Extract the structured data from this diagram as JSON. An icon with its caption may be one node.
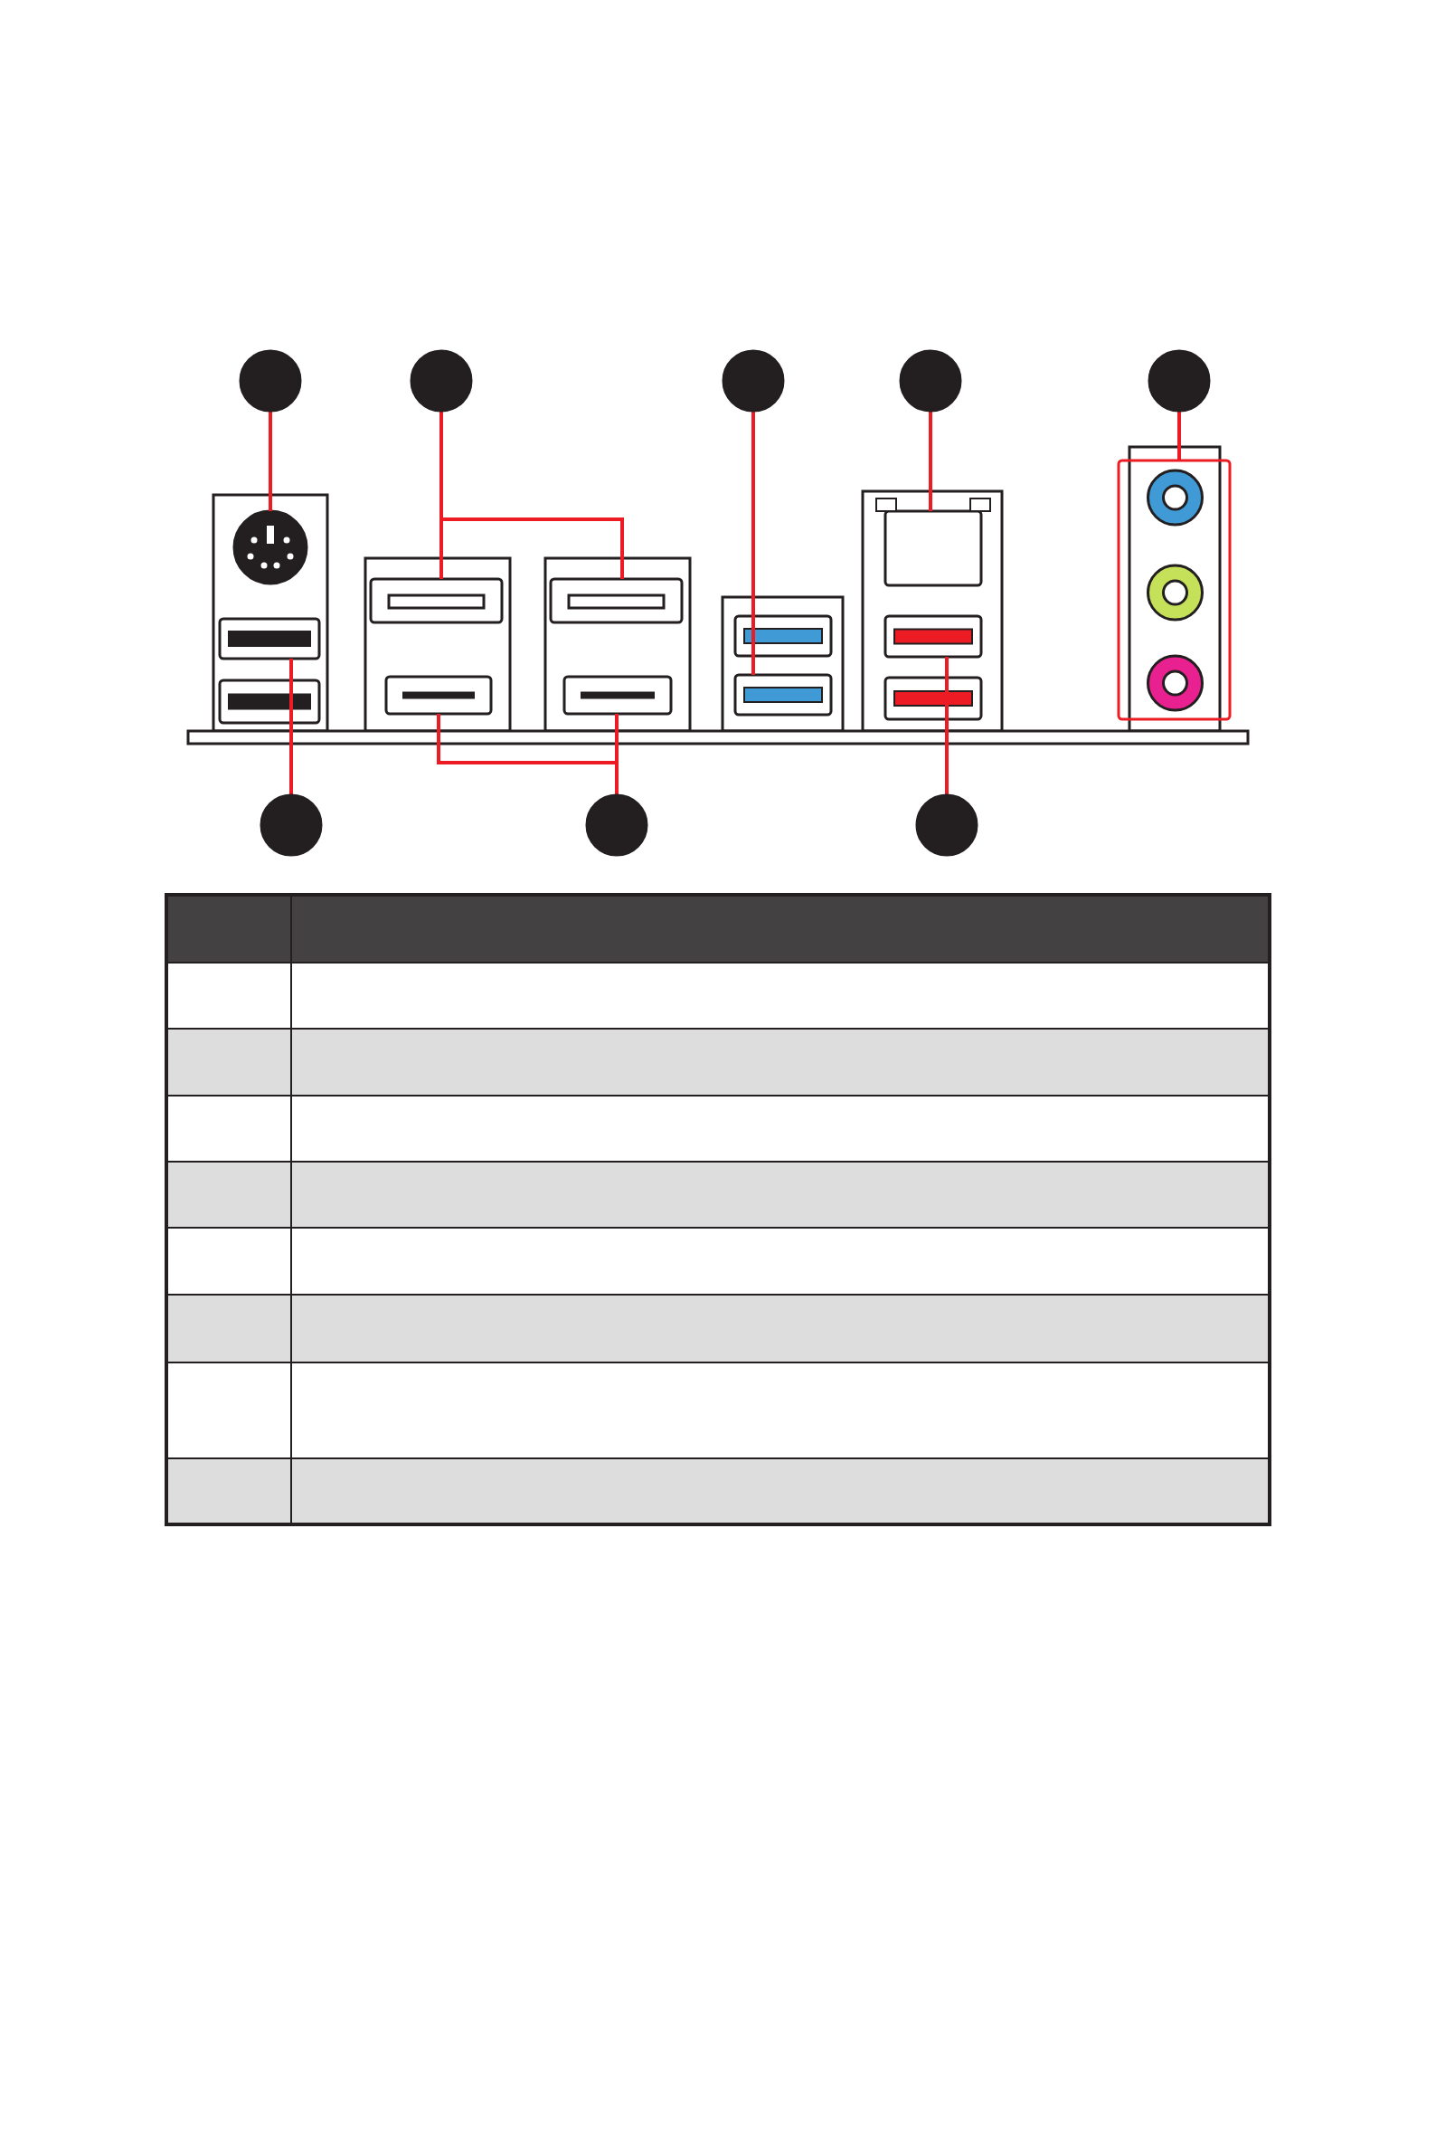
{
  "diagram": {
    "nodes": [
      {
        "text": [],
        "shape": "circle"
      },
      {
        "text": [],
        "shape": "circle"
      },
      {
        "text": [],
        "shape": "circle"
      },
      {
        "text": [],
        "shape": "circle"
      },
      {
        "text": [],
        "shape": "circle"
      },
      {
        "text": [],
        "shape": "circle"
      },
      {
        "text": [],
        "shape": "circle"
      },
      {
        "text": [],
        "shape": "circle"
      },
      {
        "text": [],
        "shape": "circle"
      },
      {
        "text": [],
        "shape": "box"
      },
      {
        "text": [],
        "shape": "box"
      },
      {
        "text": [],
        "shape": "box"
      },
      {
        "text": [],
        "shape": "box"
      },
      {
        "text": [],
        "shape": "box"
      },
      {
        "text": [],
        "shape": "box"
      },
      {
        "text": [],
        "shape": "box"
      },
      {
        "text": [],
        "shape": "box"
      },
      {
        "text": [],
        "shape": "box"
      },
      {
        "text": [],
        "shape": "box"
      },
      {
        "text": [],
        "shape": "box"
      },
      {
        "text": [],
        "shape": "box"
      }
    ],
    "edges": [
      {
        "from": 0,
        "to": 8,
        "arrow": "none"
      },
      {
        "from": 1,
        "to": 11,
        "arrow": "none"
      },
      {
        "from": 1,
        "to": 13,
        "arrow": "none"
      },
      {
        "from": 2,
        "to": 15,
        "arrow": "none"
      },
      {
        "from": 2,
        "to": 16,
        "arrow": "none"
      },
      {
        "from": 3,
        "to": 17,
        "arrow": "none"
      },
      {
        "from": 4,
        "to": 20,
        "arrow": "none"
      },
      {
        "from": 5,
        "to": 9,
        "arrow": "none"
      },
      {
        "from": 5,
        "to": 10,
        "arrow": "none"
      },
      {
        "from": 6,
        "to": 12,
        "arrow": "none"
      },
      {
        "from": 6,
        "to": 14,
        "arrow": "none"
      },
      {
        "from": 7,
        "to": 18,
        "arrow": "none"
      },
      {
        "from": 7,
        "to": 19,
        "arrow": "none"
      }
    ]
  }
}
